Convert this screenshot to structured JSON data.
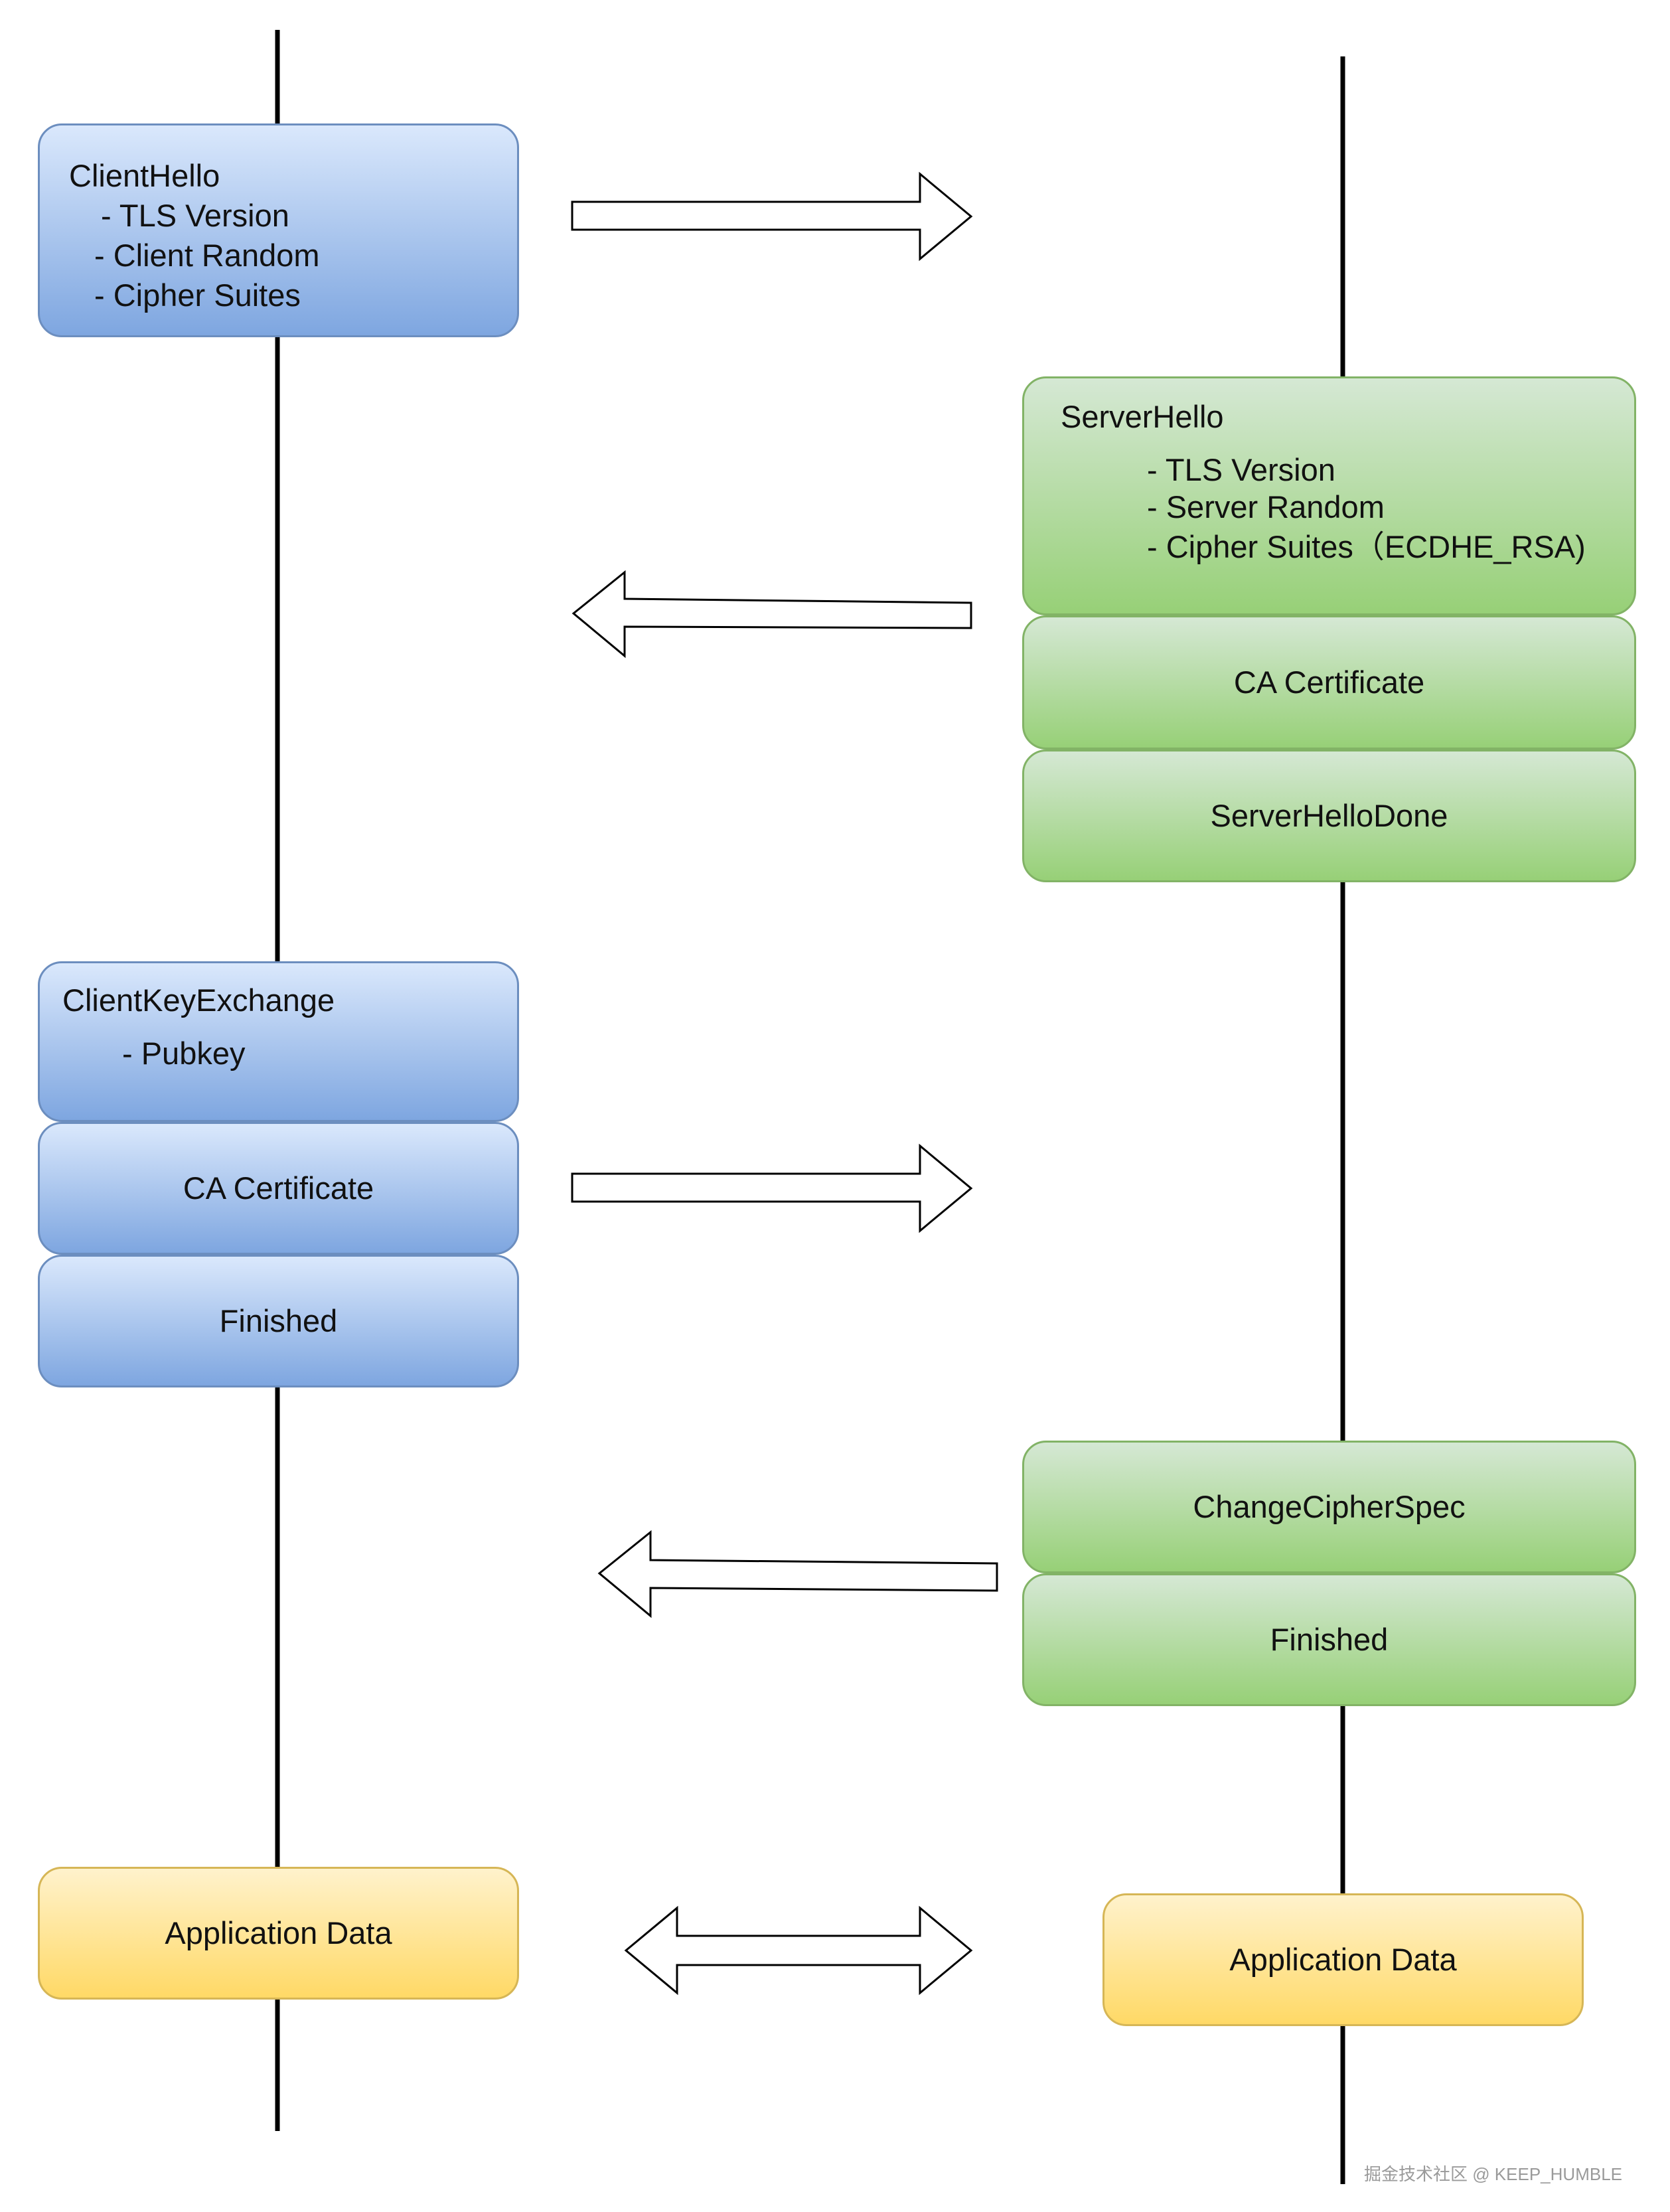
{
  "client_hello": {
    "title": "ClientHello",
    "items": [
      "- TLS Version",
      "- Client Random",
      "- Cipher Suites"
    ]
  },
  "server_hello": {
    "title": "ServerHello",
    "items": [
      "- TLS Version",
      "- Server Random",
      "- Cipher Suites（ECDHE_RSA)"
    ]
  },
  "server_ca_certificate": "CA Certificate",
  "server_hello_done": "ServerHelloDone",
  "client_key_exchange": {
    "title": "ClientKeyExchange",
    "items": [
      "- Pubkey"
    ]
  },
  "client_ca_certificate": "CA Certificate",
  "client_finished": "Finished",
  "change_cipher_spec": "ChangeCipherSpec",
  "server_finished": "Finished",
  "client_application_data": "Application Data",
  "server_application_data": "Application Data",
  "watermark": "掘金技术社区 @ KEEP_HUMBLE",
  "colors": {
    "client_fill_top": "#dae8fc",
    "client_fill_bottom": "#7ea6e0",
    "client_stroke": "#6c8ebf",
    "server_fill_top": "#d5e8d4",
    "server_fill_bottom": "#97d077",
    "server_stroke": "#82b366",
    "data_fill_top": "#fff2cc",
    "data_fill_bottom": "#ffd966",
    "data_stroke": "#d6b656"
  }
}
